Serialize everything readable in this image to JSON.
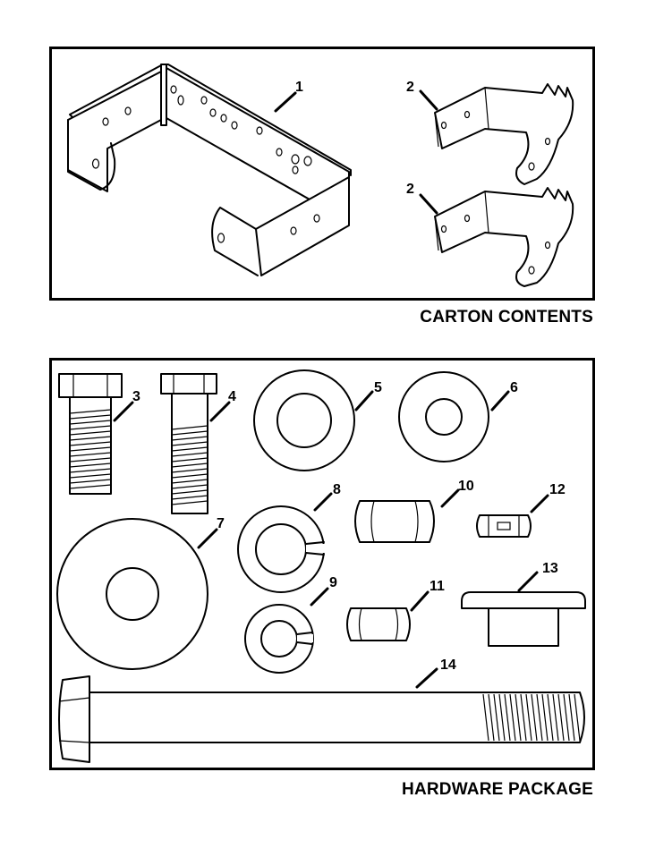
{
  "sections": {
    "carton_contents": {
      "caption": "CARTON CONTENTS"
    },
    "hardware_package": {
      "caption": "HARDWARE PACKAGE"
    }
  },
  "callouts": {
    "c1": "1",
    "c2a": "2",
    "c2b": "2",
    "c3": "3",
    "c4": "4",
    "c5": "5",
    "c6": "6",
    "c7": "7",
    "c8": "8",
    "c9": "9",
    "c10": "10",
    "c11": "11",
    "c12": "12",
    "c13": "13",
    "c14": "14"
  }
}
